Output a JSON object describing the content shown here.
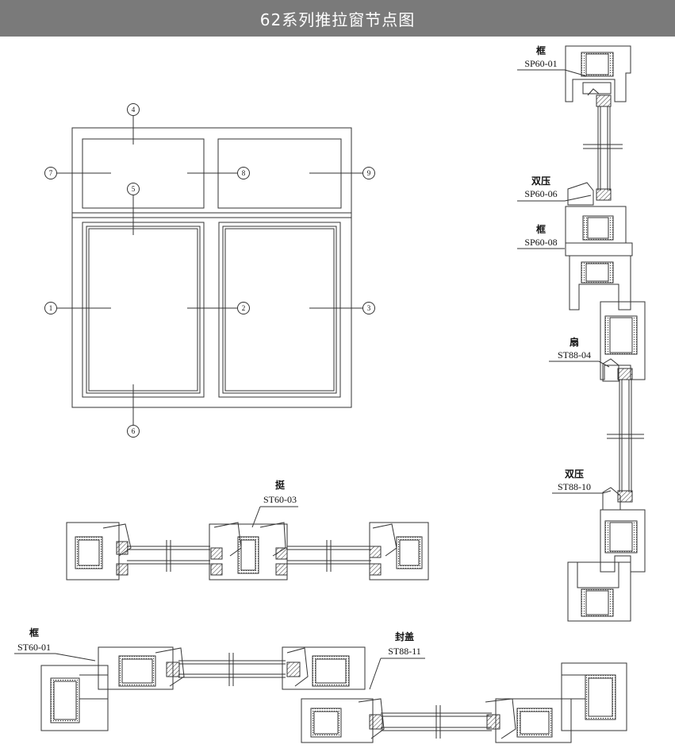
{
  "title": "62系列推拉窗节点图",
  "elevation": {
    "markers": [
      "1",
      "2",
      "3",
      "4",
      "5",
      "6",
      "7",
      "8",
      "9"
    ]
  },
  "labels": {
    "frame_top": {
      "name": "框",
      "code": "SP60-01"
    },
    "double_top": {
      "name": "双压",
      "code": "SP60-06"
    },
    "frame_mid": {
      "name": "框",
      "code": "SP60-08"
    },
    "sash": {
      "name": "扇",
      "code": "ST88-04"
    },
    "double_low": {
      "name": "双压",
      "code": "ST88-10"
    },
    "mullion": {
      "name": "挺",
      "code": "ST60-03"
    },
    "frame_bottom": {
      "name": "框",
      "code": "ST60-01"
    },
    "cover": {
      "name": "封盖",
      "code": "ST88-11"
    }
  }
}
